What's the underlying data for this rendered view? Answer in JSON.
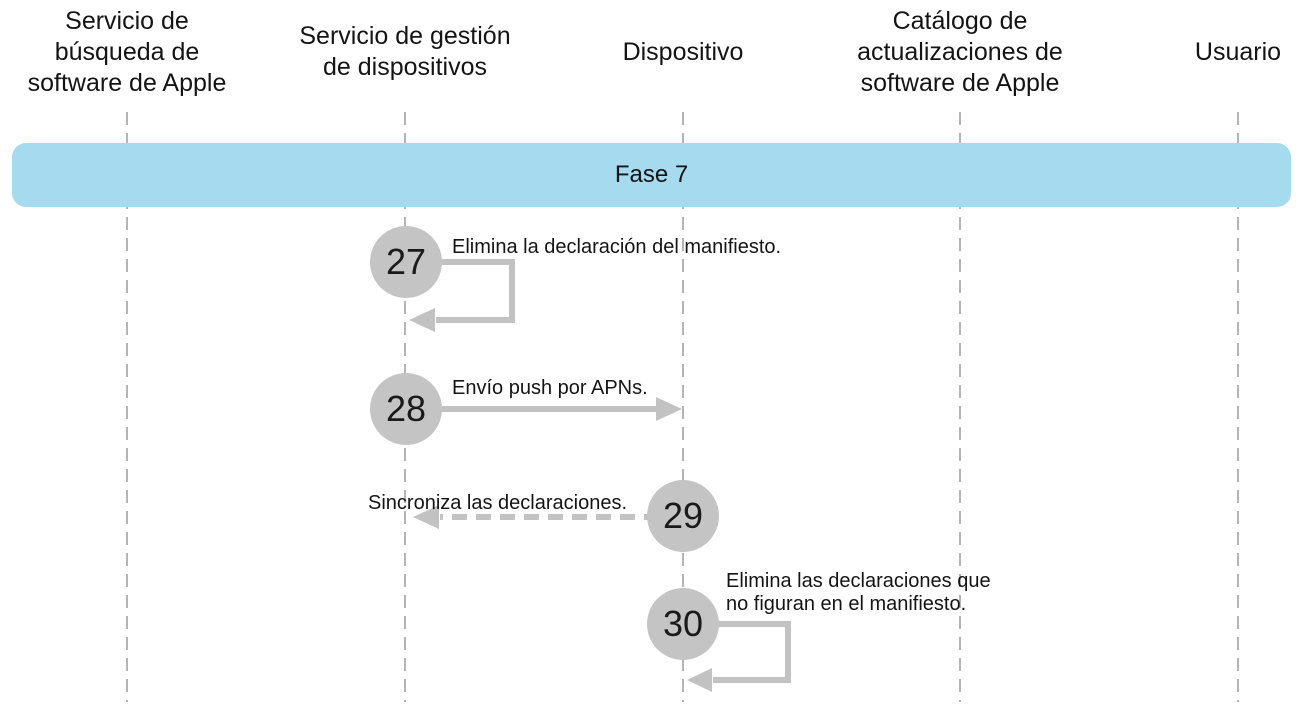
{
  "diagram": {
    "lifelines": [
      {
        "id": "servicio-busqueda-software-apple",
        "label": "Servicio de\nbúsqueda de\nsoftware de Apple"
      },
      {
        "id": "servicio-gestion-dispositivos",
        "label": "Servicio de gestión\nde dispositivos"
      },
      {
        "id": "dispositivo",
        "label": "Dispositivo"
      },
      {
        "id": "catalogo-actualizaciones-software-apple",
        "label": "Catálogo de\nactualizaciones de\nsoftware de Apple"
      },
      {
        "id": "usuario",
        "label": "Usuario"
      }
    ],
    "phase_banner": {
      "label": "Fase 7"
    },
    "steps": [
      {
        "number": "27",
        "label": "Elimina la declaración del manifiesto.",
        "arrow": "self-loop",
        "actor": "Servicio de gestión de dispositivos"
      },
      {
        "number": "28",
        "label": "Envío push por APNs.",
        "arrow": "solid-right",
        "from": "Servicio de gestión de dispositivos",
        "to": "Dispositivo"
      },
      {
        "number": "29",
        "label": "Sincroniza las declaraciones.",
        "arrow": "dashed-left",
        "from": "Dispositivo",
        "to": "Servicio de gestión de dispositivos"
      },
      {
        "number": "30",
        "label": "Elimina las declaraciones que\nno figuran en el manifiesto.",
        "arrow": "self-loop",
        "actor": "Dispositivo"
      }
    ],
    "colors": {
      "banner_fill": "#a6daef",
      "circle_fill": "#c4c4c4",
      "arrow": "#c2c2c2",
      "lifeline": "#b4b4b4",
      "text": "#141414"
    }
  }
}
